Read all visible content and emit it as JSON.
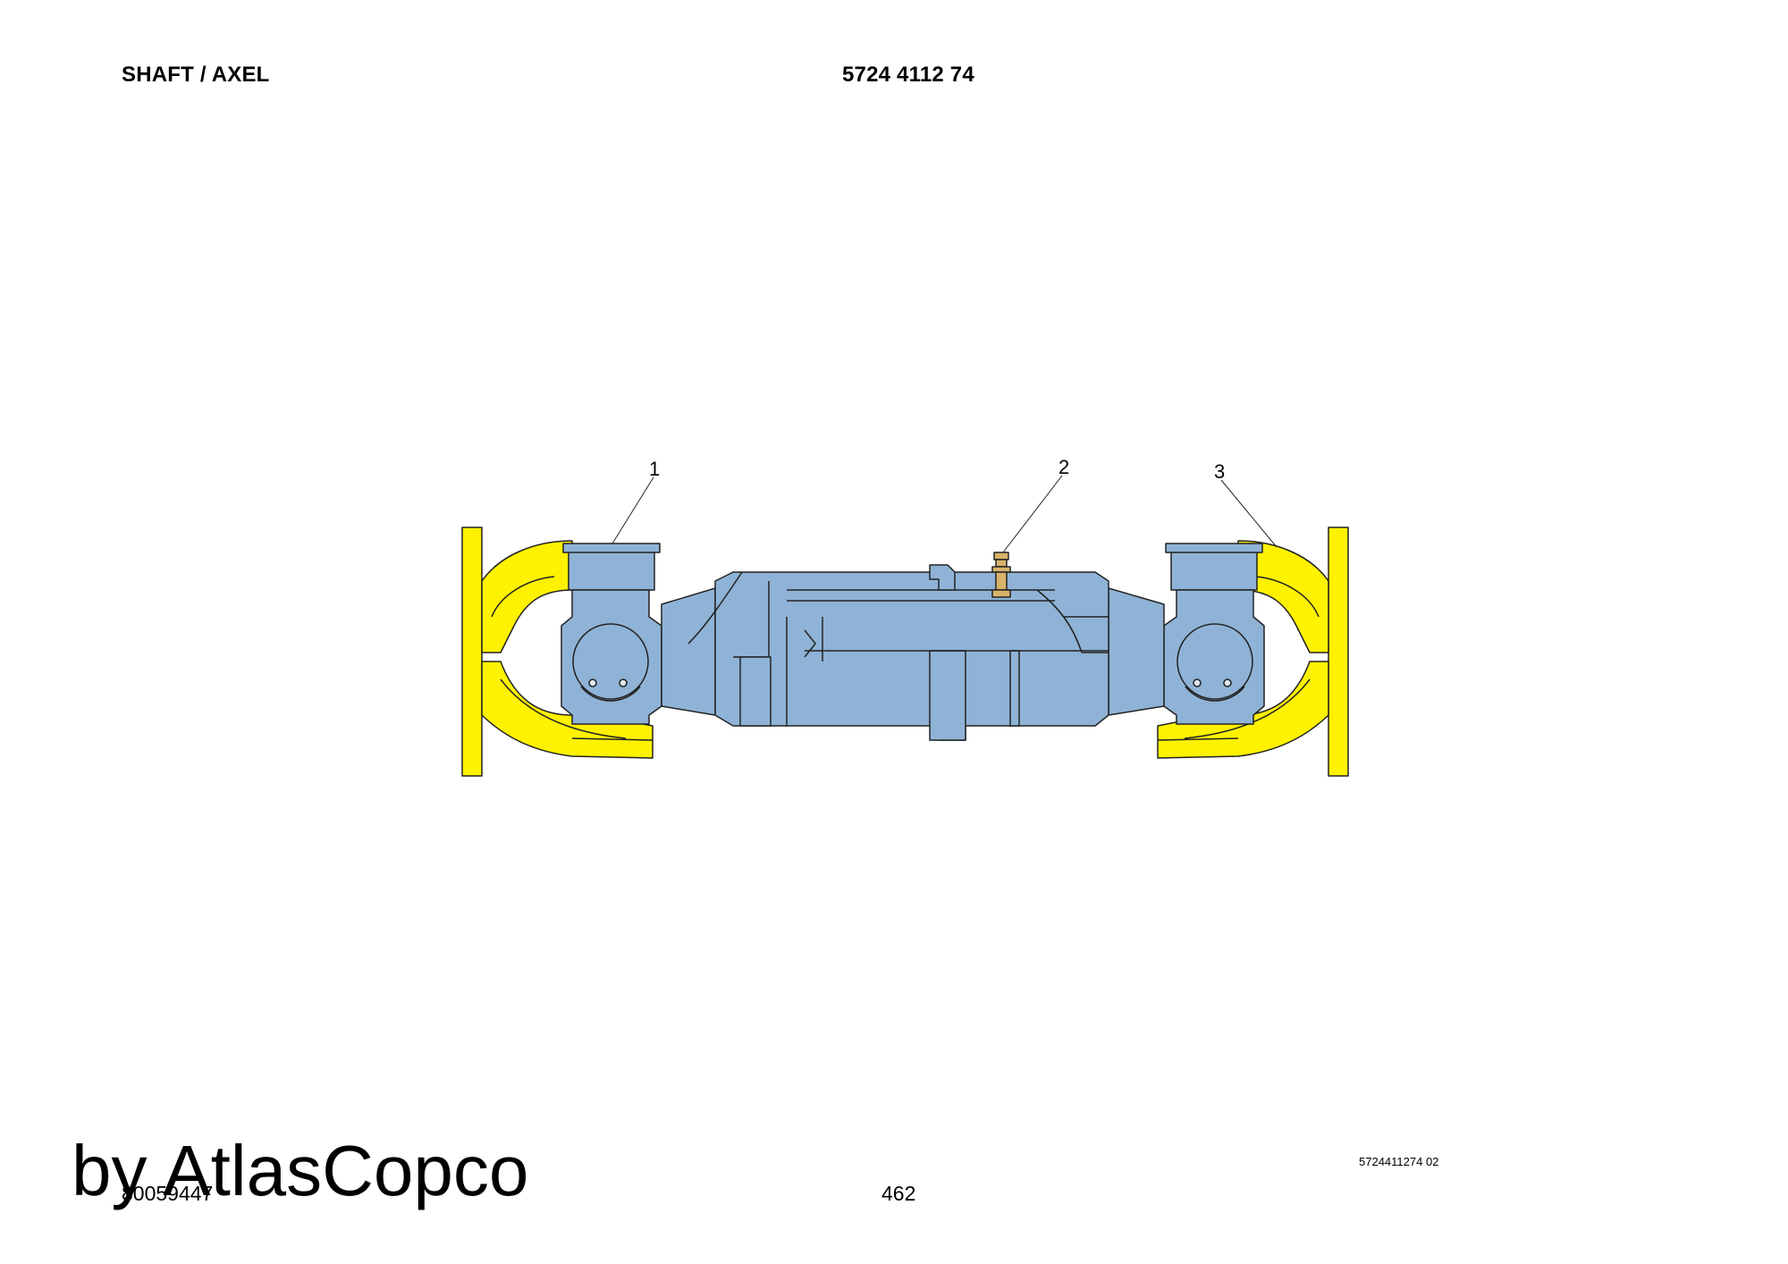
{
  "header": {
    "title": "SHAFT / AXEL",
    "part_number": "5724 4112 74"
  },
  "drawing": {
    "callouts": [
      "1",
      "2",
      "3"
    ],
    "colors": {
      "yoke": "#fff200",
      "body": "#8fb3d6",
      "outline": "#222222",
      "fitting": "#d8b46a"
    }
  },
  "footer": {
    "drawing_ref": "5724411274 02",
    "doc_code": "80059447",
    "page_number": "462",
    "watermark": "by AtlasCopco"
  }
}
